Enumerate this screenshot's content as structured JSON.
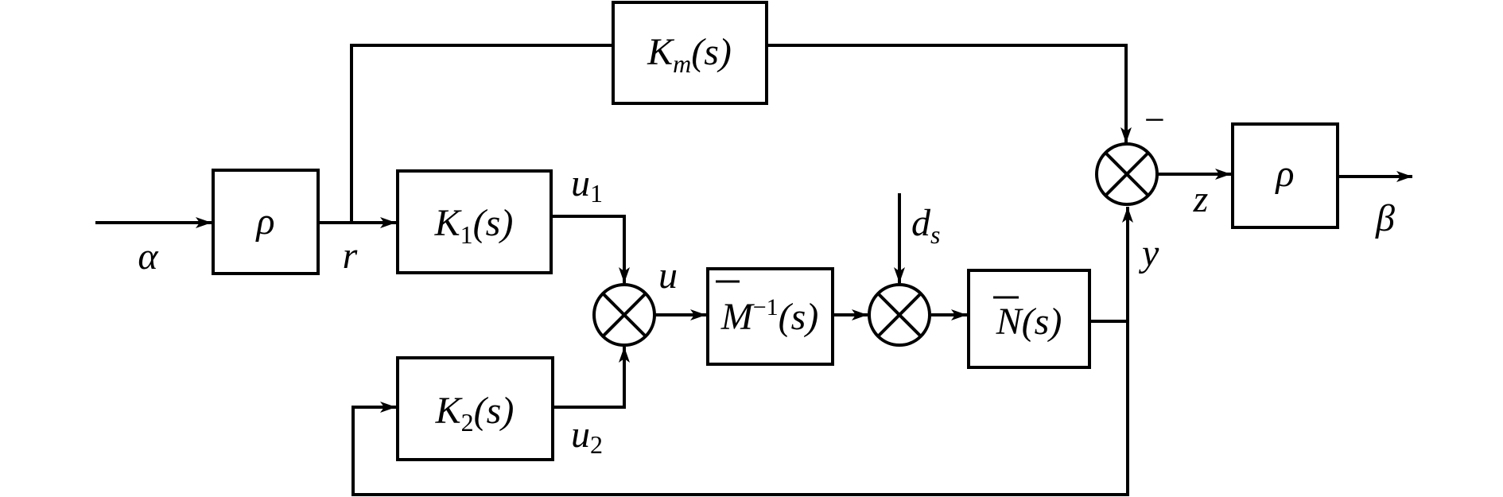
{
  "blocks": {
    "rho_in": {
      "symbol": "ρ"
    },
    "K1": {
      "base": "K",
      "sub": "1",
      "arg": "(s)"
    },
    "K2": {
      "base": "K",
      "sub": "2",
      "arg": "(s)"
    },
    "Km": {
      "base": "K",
      "sub": "m",
      "arg": "(s)"
    },
    "Minv": {
      "base": "M",
      "sup": "−1",
      "arg": "(s)"
    },
    "N": {
      "base": "N",
      "arg": "(s)"
    },
    "rho_out": {
      "symbol": "ρ"
    }
  },
  "signals": {
    "alpha": "α",
    "r": "r",
    "u1_base": "u",
    "u1_sub": "1",
    "u2_base": "u",
    "u2_sub": "2",
    "u": "u",
    "ds_base": "d",
    "ds_sub": "s",
    "y": "y",
    "z": "z",
    "beta": "β"
  },
  "signs": {
    "km_minus": "−"
  }
}
